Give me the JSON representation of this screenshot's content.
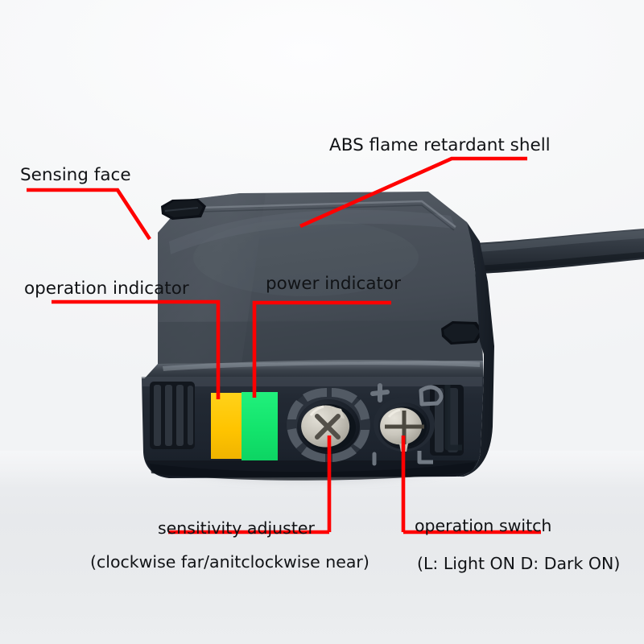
{
  "figure": {
    "subject": "photoelectric-sensor",
    "background_top": "#f7f8f9",
    "background_bottom": "#e8eaec",
    "leader_color": "#ff0000",
    "text_color": "#111316"
  },
  "labels": {
    "sensing_face": "Sensing face",
    "abs_shell": "ABS flame retardant shell",
    "operation_indicator": "operation indicator",
    "power_indicator": "power indicator",
    "sensitivity_adjuster": "sensitivity adjuster",
    "sensitivity_note": "(clockwise far/anitclockwise near)",
    "operation_switch": "operation switch",
    "operation_note": "(L:  Light ON D:  Dark ON)"
  },
  "device": {
    "body_color": "#3e454d",
    "body_color_dark": "#1d232c",
    "front_panel_color": "#222a34",
    "cable_color": "#2d343c",
    "indicators": [
      {
        "name": "operation-indicator-led",
        "color": "#ffc800"
      },
      {
        "name": "power-indicator-led",
        "color": "#16e56e"
      }
    ],
    "controls": [
      {
        "name": "sensitivity-adjuster-screw",
        "head": "phillips",
        "color": "#c9c6bd"
      },
      {
        "name": "operation-switch-screw",
        "head": "slot",
        "color": "#c9c6bd"
      }
    ],
    "panel_markings": {
      "plus": "+",
      "minus": "-",
      "dark_on": "D",
      "light_on": "L"
    }
  }
}
